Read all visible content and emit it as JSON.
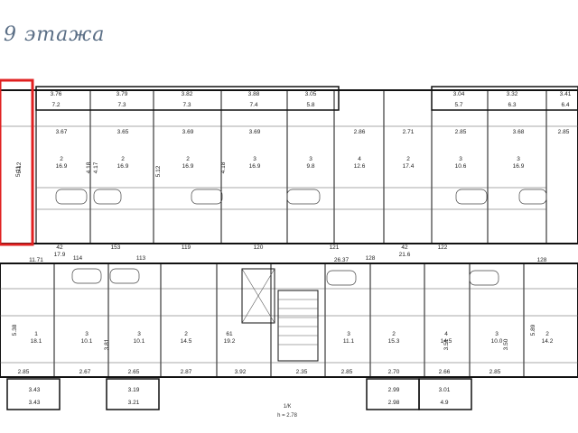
{
  "floor_title": "9 этажа",
  "highlight_color": "#e02020",
  "accent_color": "#5b6f86",
  "top_balcony_dims": [
    "3.76",
    "3.79",
    "3.82",
    "3.88",
    "3.05",
    "3.04",
    "3.32",
    "3.41"
  ],
  "top_balcony_areas": [
    "7.2",
    "7.3",
    "7.3",
    "7.4",
    "5.8",
    "5.7",
    "6.3",
    "6.4"
  ],
  "top_row_dims": [
    "3.67",
    "3.65",
    "3.69",
    "3.69",
    "2.86",
    "2.71",
    "2.85",
    "3.68",
    "2.85"
  ],
  "upper_rooms": [
    {
      "num": "2",
      "area": "16.9"
    },
    {
      "num": "2",
      "area": "16.9"
    },
    {
      "num": "2",
      "area": "16.9"
    },
    {
      "num": "3",
      "area": "16.9"
    },
    {
      "num": "3",
      "area": "9.8"
    },
    {
      "num": "4",
      "area": "12.6"
    },
    {
      "num": "2",
      "area": "17.4"
    },
    {
      "num": "3",
      "area": "10.6"
    },
    {
      "num": "3",
      "area": "16.9"
    }
  ],
  "middle_dims": [
    "11.71",
    "114",
    "113",
    "153",
    "119",
    "120",
    "121",
    "122",
    "26.37",
    "128",
    "128"
  ],
  "corridor_labels": [
    "42",
    "17.9",
    "42",
    "21.6"
  ],
  "lower_rooms": [
    {
      "num": "1",
      "area": "18.1"
    },
    {
      "num": "3",
      "area": "10.1"
    },
    {
      "num": "3",
      "area": "10.1"
    },
    {
      "num": "2",
      "area": "14.5"
    },
    {
      "num": "61",
      "area": "19.2"
    },
    {
      "num": "3",
      "area": "11.1"
    },
    {
      "num": "2",
      "area": "15.3"
    },
    {
      "num": "4",
      "area": "14.5"
    },
    {
      "num": "3",
      "area": "10.0"
    },
    {
      "num": "2",
      "area": "14.2"
    }
  ],
  "bottom_dims": [
    "2.85",
    "2.67",
    "2.65",
    "2.87",
    "3.92",
    "2.35",
    "2.85",
    "2.70",
    "2.66",
    "2.85"
  ],
  "bottom_balcony_dims": [
    "3.43",
    "3.19",
    "2.99",
    "3.01"
  ],
  "bottom_balcony_areas": [
    "3.43",
    "3.21",
    "2.98",
    "4.9"
  ],
  "stair_label": "1/К",
  "stair_height": "h = 2.78",
  "side_dims": [
    "5.11",
    "5.12",
    "5.12",
    "4.18",
    "4.17",
    "4.18",
    "5.38",
    "3.81",
    "3.51",
    "3.50",
    "5.89"
  ]
}
